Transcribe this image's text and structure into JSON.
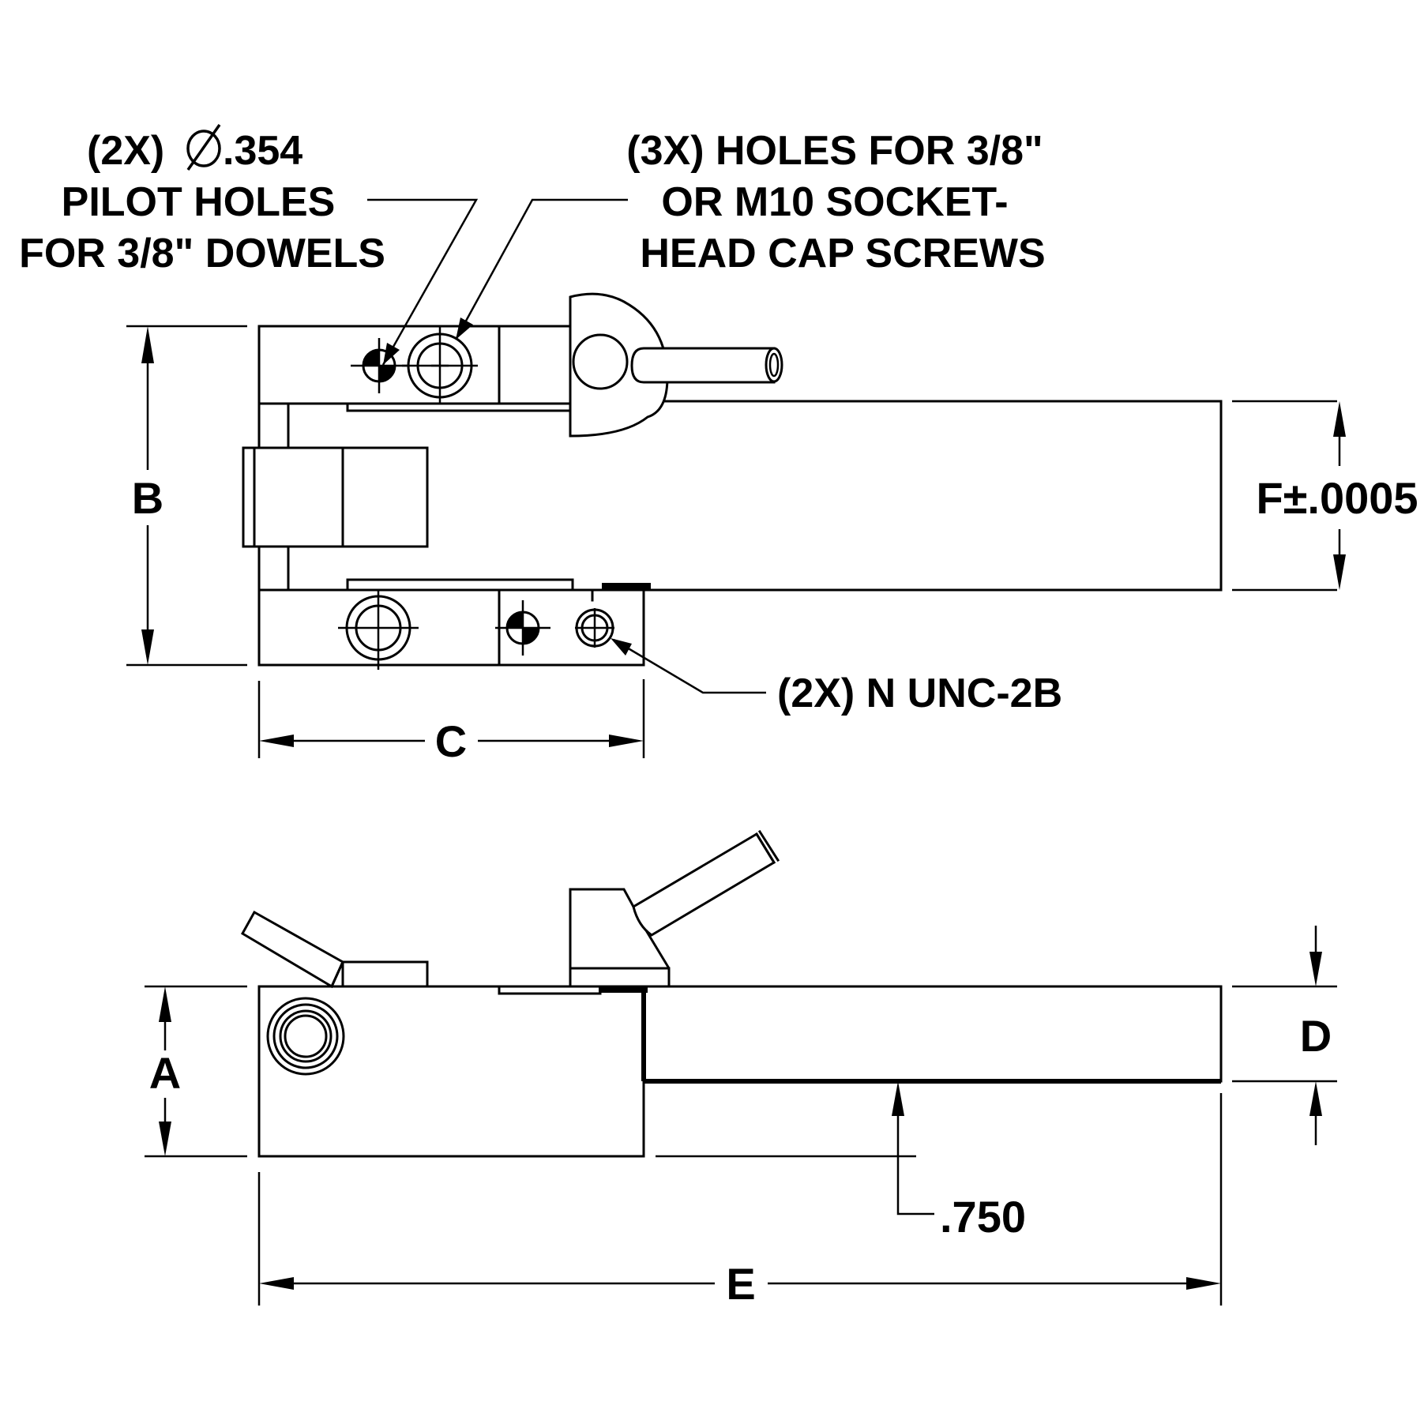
{
  "callouts": {
    "pilot_holes": [
      "(2X)",
      ".354",
      "PILOT HOLES",
      "FOR 3/8\" DOWELS"
    ],
    "screw_holes": [
      "(3X) HOLES FOR 3/8\"",
      "OR M10 SOCKET-",
      "HEAD CAP SCREWS"
    ],
    "tapped_holes": "(2X) N UNC-2B"
  },
  "dimensions": {
    "A": "A",
    "B": "B",
    "C": "C",
    "D": "D",
    "E": "E",
    "F": "F±.0005",
    "step": ".750"
  }
}
